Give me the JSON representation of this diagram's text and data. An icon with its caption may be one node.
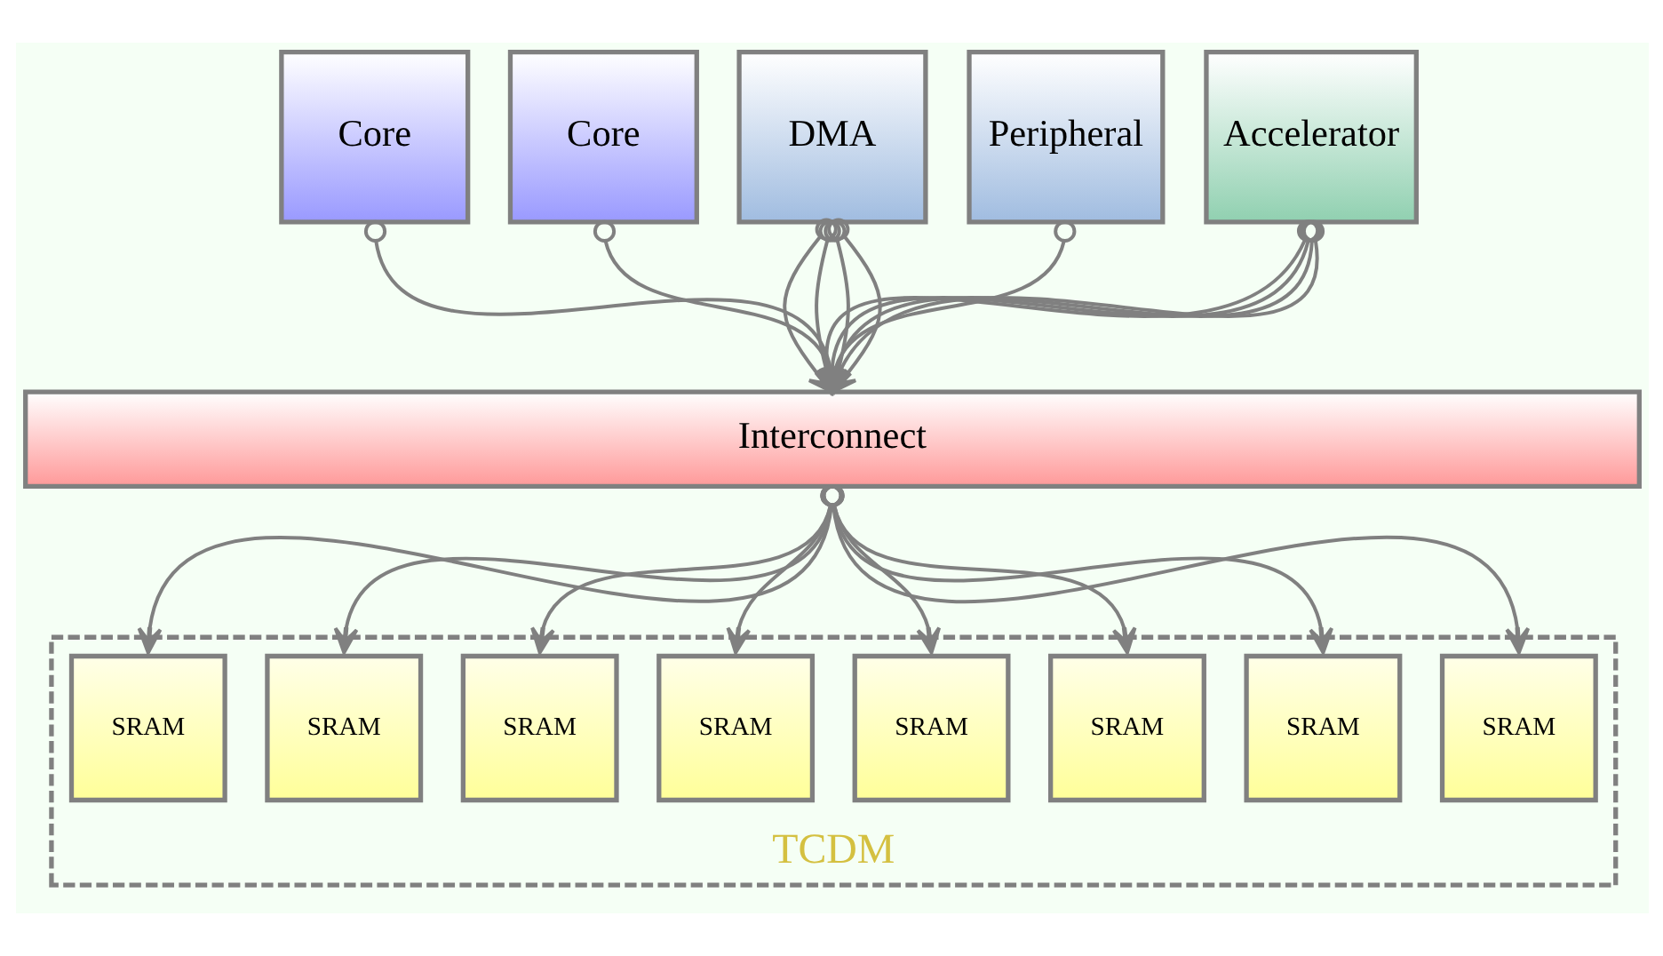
{
  "diagram": {
    "nodes": [
      {
        "text": [
          "Core"
        ]
      },
      {
        "text": [
          "Core"
        ]
      },
      {
        "text": [
          "DMA"
        ]
      },
      {
        "text": [
          "Peripheral"
        ]
      },
      {
        "text": [
          "Accelerator"
        ]
      },
      {
        "text": [
          "Interconnect"
        ]
      },
      {
        "text": [
          "TCDM"
        ]
      },
      {
        "text": [
          "SRAM"
        ],
        "in": 6
      },
      {
        "text": [
          "SRAM"
        ],
        "in": 6
      },
      {
        "text": [
          "SRAM"
        ],
        "in": 6
      },
      {
        "text": [
          "SRAM"
        ],
        "in": 6
      },
      {
        "text": [
          "SRAM"
        ],
        "in": 6
      },
      {
        "text": [
          "SRAM"
        ],
        "in": 6
      },
      {
        "text": [
          "SRAM"
        ],
        "in": 6
      },
      {
        "text": [
          "SRAM"
        ],
        "in": 6
      }
    ],
    "edges": [
      {
        "from": 0,
        "to": 5,
        "arrow": "to"
      },
      {
        "from": 1,
        "to": 5,
        "arrow": "to"
      },
      {
        "from": 2,
        "to": 5,
        "arrow": "to"
      },
      {
        "from": 2,
        "to": 5,
        "arrow": "to"
      },
      {
        "from": 2,
        "to": 5,
        "arrow": "to"
      },
      {
        "from": 2,
        "to": 5,
        "arrow": "to"
      },
      {
        "from": 3,
        "to": 5,
        "arrow": "to"
      },
      {
        "from": 4,
        "to": 5,
        "arrow": "to"
      },
      {
        "from": 4,
        "to": 5,
        "arrow": "to"
      },
      {
        "from": 4,
        "to": 5,
        "arrow": "to"
      },
      {
        "from": 4,
        "to": 5,
        "arrow": "to"
      },
      {
        "from": 5,
        "to": 7,
        "arrow": "to"
      },
      {
        "from": 5,
        "to": 8,
        "arrow": "to"
      },
      {
        "from": 5,
        "to": 9,
        "arrow": "to"
      },
      {
        "from": 5,
        "to": 10,
        "arrow": "to"
      },
      {
        "from": 5,
        "to": 11,
        "arrow": "to"
      },
      {
        "from": 5,
        "to": 12,
        "arrow": "to"
      },
      {
        "from": 5,
        "to": 13,
        "arrow": "to"
      },
      {
        "from": 5,
        "to": 14,
        "arrow": "to"
      }
    ]
  }
}
